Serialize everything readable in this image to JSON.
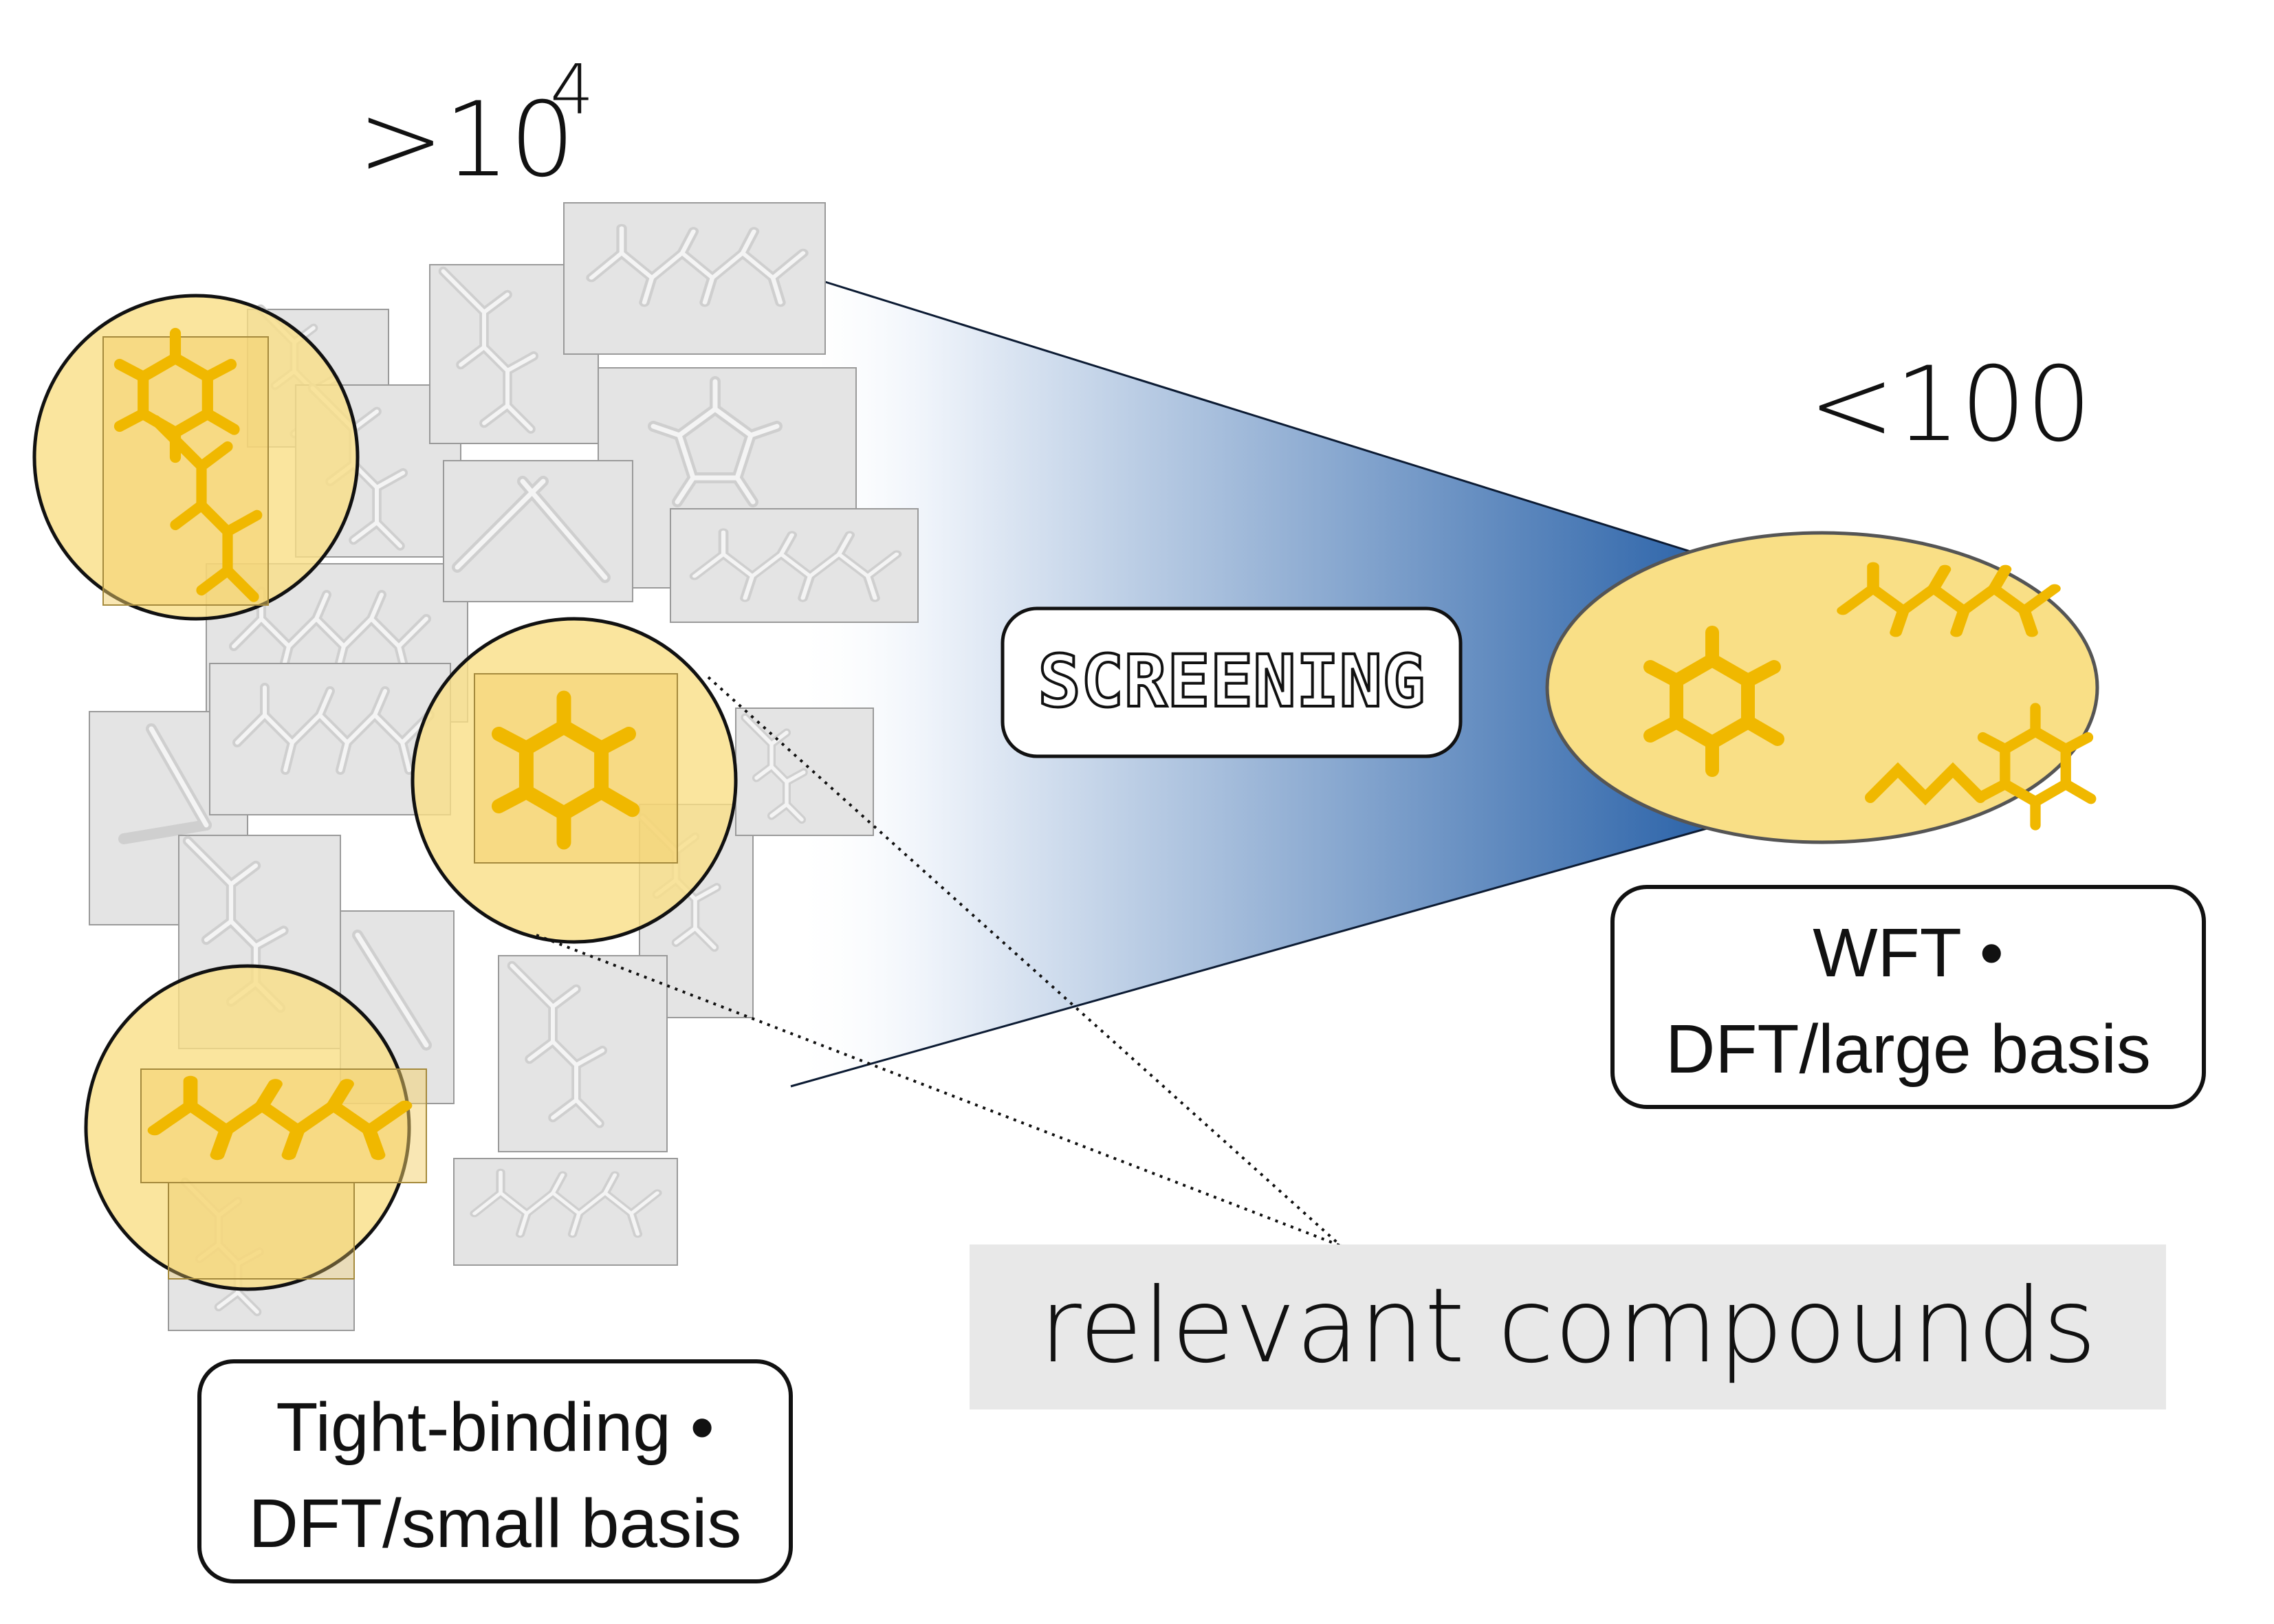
{
  "labels": {
    "many_count": ">10",
    "many_exponent": "4",
    "few_count": "<100",
    "screening": "SCREENING",
    "relevant": "relevant compounds",
    "left_method_line1": "Tight-binding •",
    "left_method_line2": "DFT/small basis",
    "right_method_line1": "WFT •",
    "right_method_line2": "DFT/large basis"
  },
  "colors": {
    "highlight_fill": "#f9df86",
    "molecule_gold": "#f0b800",
    "molecule_gray": "#d4d4d4",
    "card_fill": "#e4e4e4",
    "funnel_blue": "#2a62a8",
    "relevant_bg": "#e8e8e8"
  }
}
